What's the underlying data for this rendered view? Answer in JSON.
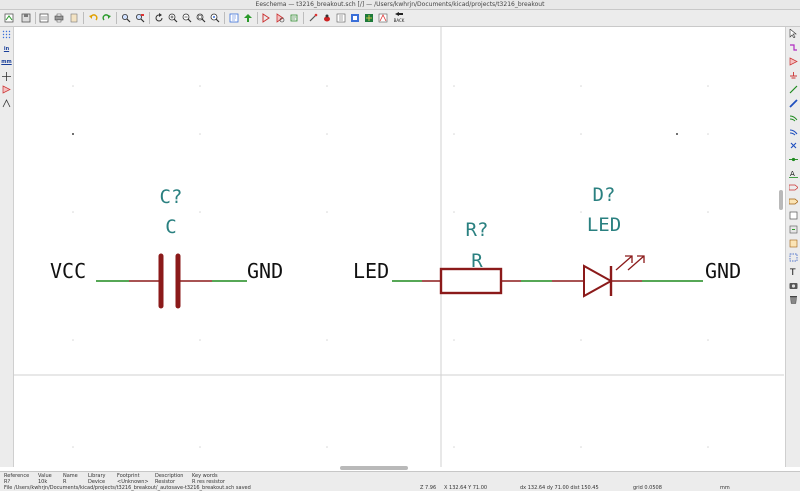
{
  "window": {
    "title": "Eeschema — t3216_breakout.sch [/] — /Users/kwhrjn/Documents/kicad/projects/t3216_breakout"
  },
  "toolbar": {
    "back_label": "BACK",
    "icons": [
      "new-sheet-icon",
      "save-icon",
      "page-settings-icon",
      "print-icon",
      "plot-icon",
      "paste-icon",
      "undo-icon",
      "redo-icon",
      "find-icon",
      "find-replace-icon",
      "redraw-icon",
      "zoom-in-icon",
      "zoom-out-icon",
      "zoom-fit-icon",
      "zoom-selection-icon",
      "hierarchy-navigator-icon",
      "leave-sheet-icon",
      "library-editor-icon",
      "library-browser-icon",
      "annotate-icon",
      "erc-icon",
      "netlist-icon",
      "bom-icon",
      "cvpcb-icon",
      "pcbnew-icon",
      "back-icon"
    ]
  },
  "left_toolbar": {
    "units_inch": "in",
    "units_mm": "mm"
  },
  "schematic": {
    "net_labels": [
      "VCC",
      "GND",
      "LED",
      "GND"
    ],
    "capacitor": {
      "reference": "C?",
      "value": "C"
    },
    "resistor": {
      "reference": "R?",
      "value": "R"
    },
    "led": {
      "reference": "D?",
      "value": "LED"
    },
    "colors": {
      "component": "#8b1a1a",
      "wire": "#1f8a1f",
      "field": "#2a8080",
      "label": "#111111",
      "sheet_border": "#cfcfcf"
    }
  },
  "status": {
    "headers": [
      "Reference",
      "Value",
      "Name",
      "Library",
      "Footprint",
      "Description",
      "Key words"
    ],
    "values": [
      "R?",
      "10k",
      "R",
      "Device",
      "<Unknown>",
      "Resistor",
      "R res resistor"
    ],
    "file_message": "File /Users/kwhrjn/Documents/kicad/projects/t3216_breakout/_autosave-t3216_breakout.sch saved",
    "zoom": "Z 7.96",
    "xy": "X 132.64  Y 71.00",
    "dxdy": "dx 132.64  dy 71.00  dist 150.45",
    "grid": "grid 0.0508",
    "units": "mm"
  }
}
